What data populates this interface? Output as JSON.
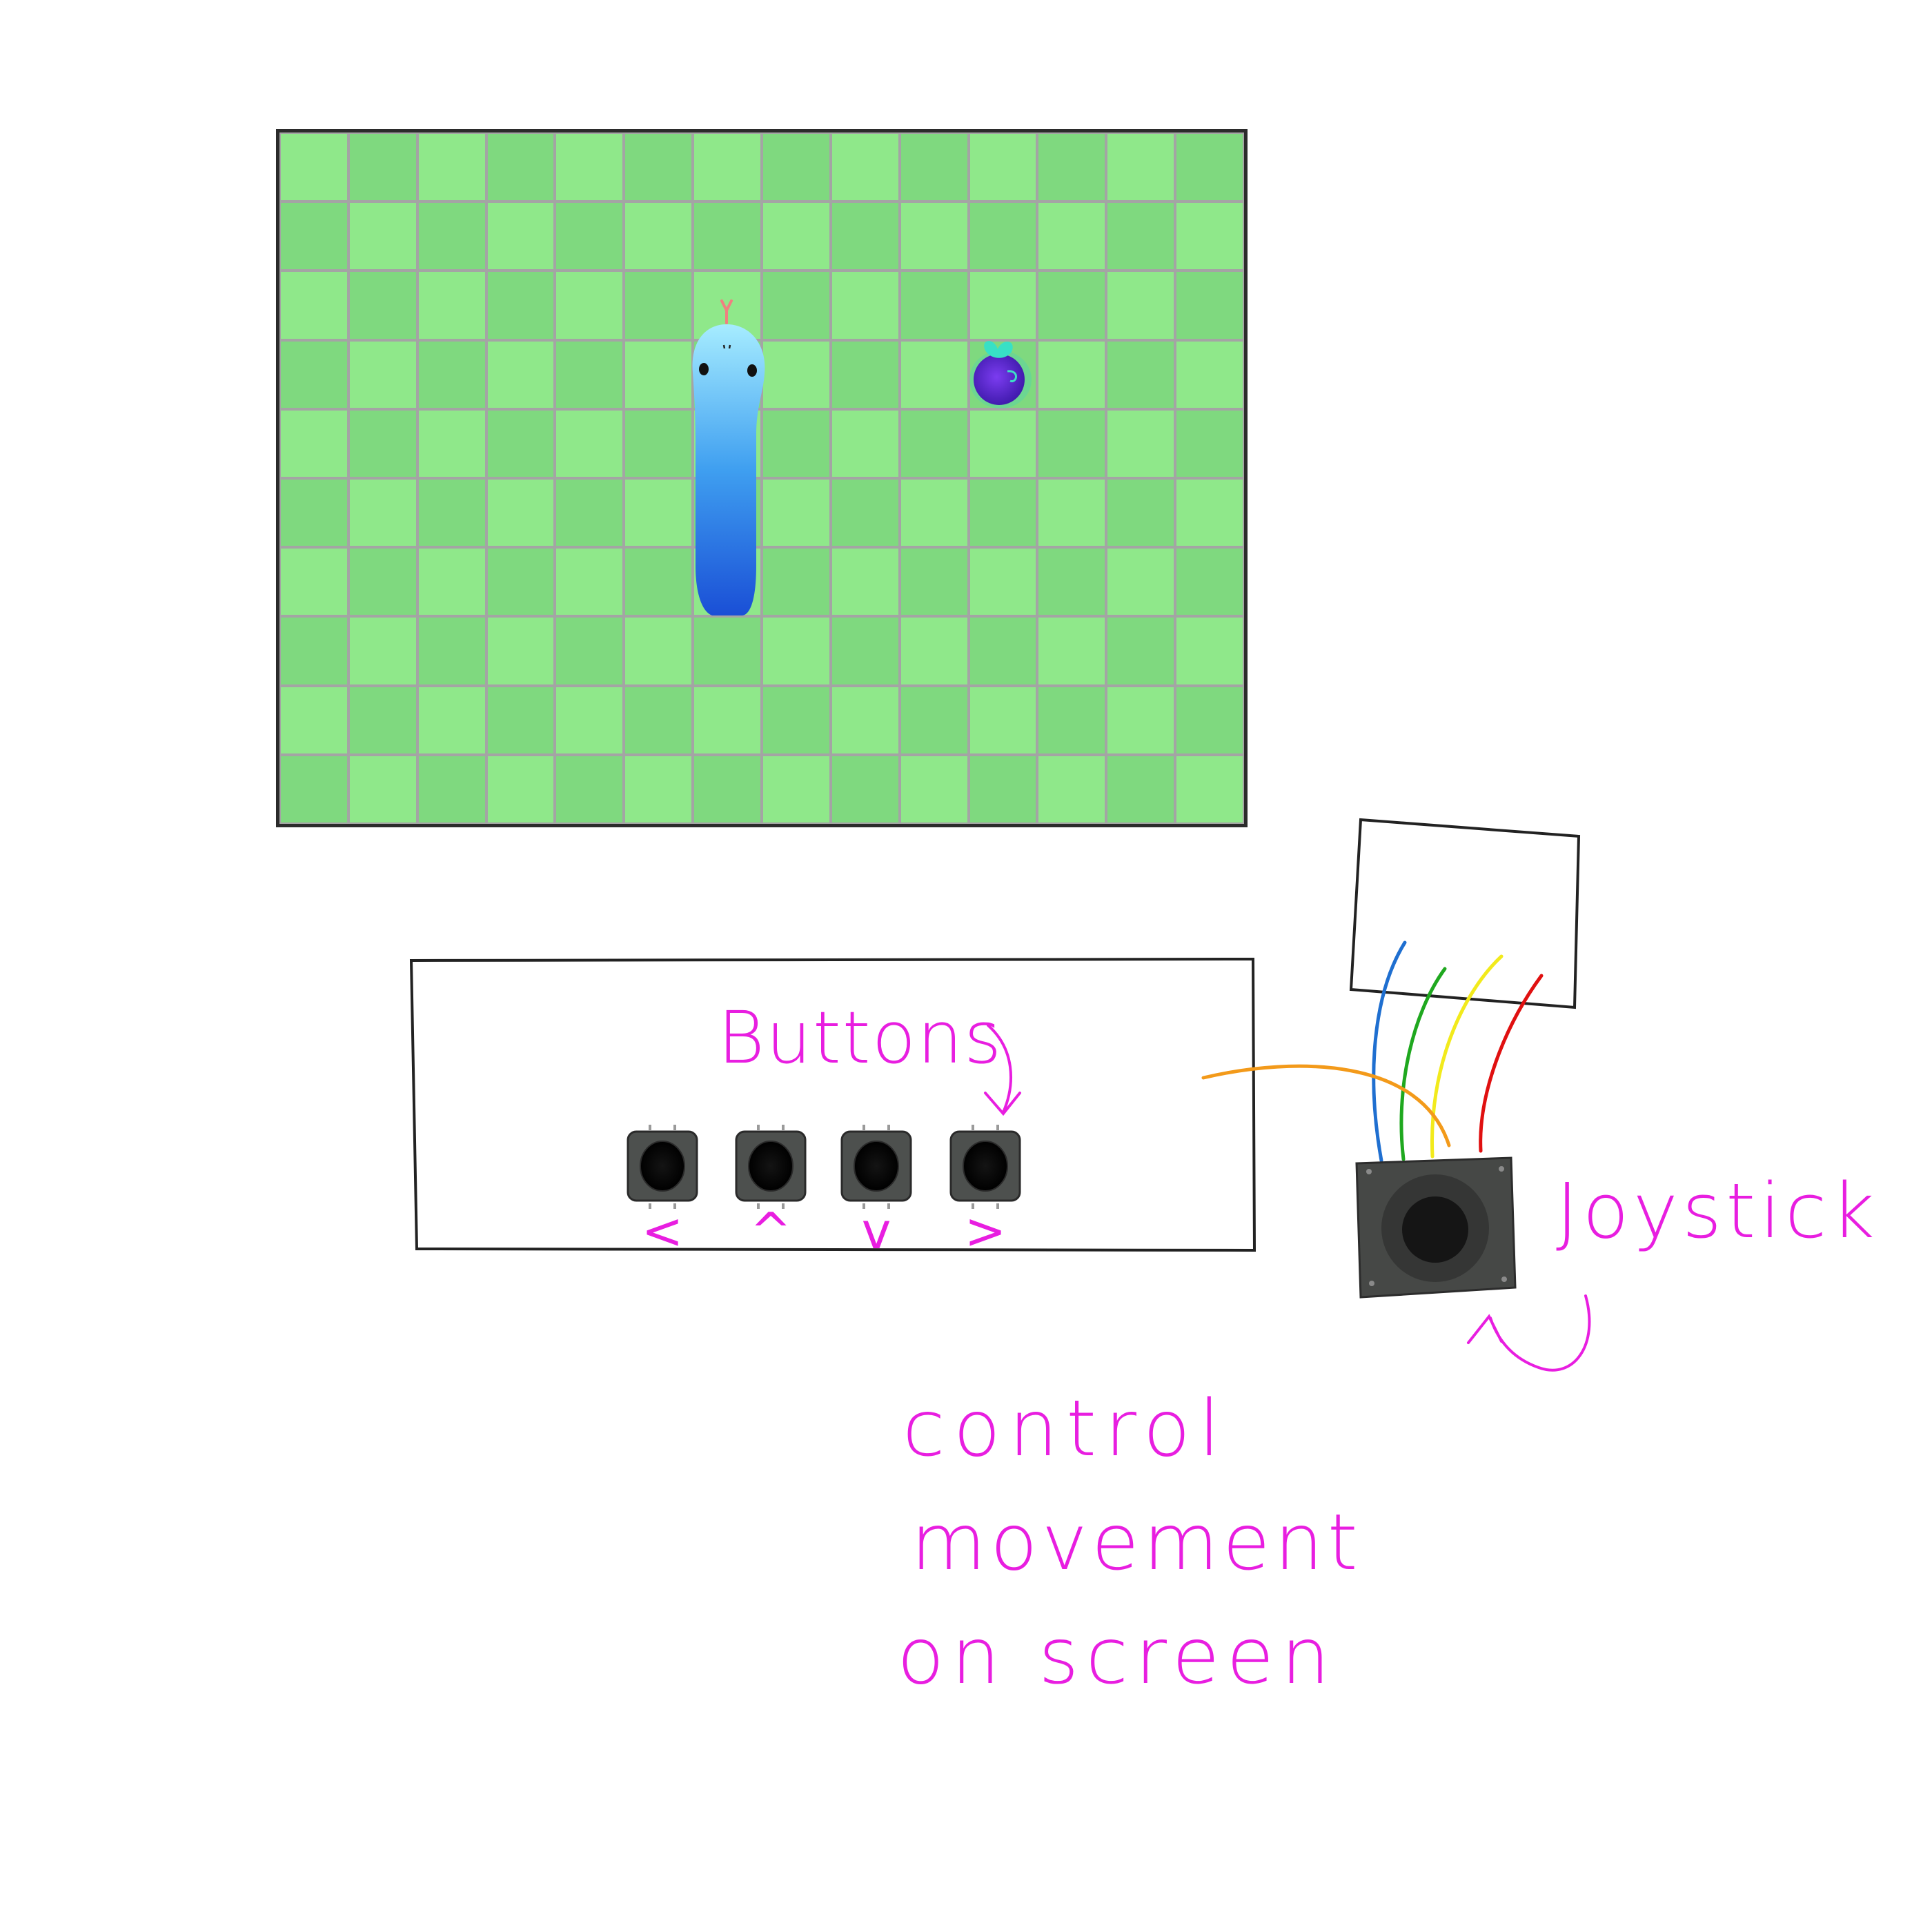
{
  "board": {
    "columns": 14,
    "rows": 10,
    "colors": {
      "light": "#8fe88a",
      "dark": "#7fd97f",
      "grid_line": "#a4a4a4",
      "border": "#2b2b2b"
    },
    "snake": {
      "head_cell": [
        6,
        3
      ],
      "length_cells": 4,
      "direction": "up",
      "colors": {
        "head": "#a6ecff",
        "tail": "#1a4fd6"
      }
    },
    "fruit": {
      "cell": [
        10,
        3
      ],
      "type": "plum",
      "color": "#6a2fe0",
      "leaf_color": "#3ee0c8"
    }
  },
  "controller": {
    "buttons_label": "Buttons",
    "buttons": [
      {
        "symbol": "<",
        "action": "left"
      },
      {
        "symbol": "^",
        "action": "up"
      },
      {
        "symbol": "v",
        "action": "down"
      },
      {
        "symbol": ">",
        "action": "right"
      }
    ]
  },
  "joystick": {
    "label": "Joystick",
    "wire_colors": [
      "#1f6fd0",
      "#1fa81f",
      "#f2ea1c",
      "#e01010",
      "#f39a1a"
    ]
  },
  "caption": {
    "line1": "control",
    "line2": "movement",
    "line3": "on screen"
  },
  "annotation_color": "#e81ee0"
}
